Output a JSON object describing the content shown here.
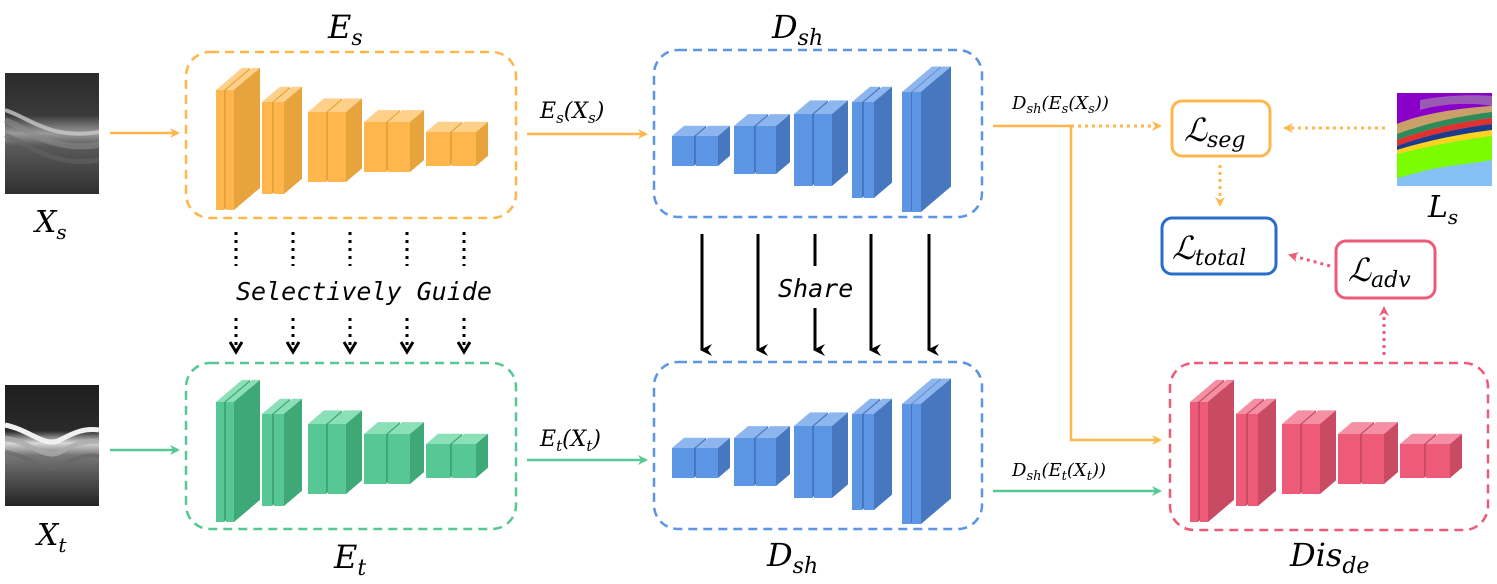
{
  "colors": {
    "orange": "#FFB74D",
    "orange_side": "#E8A43C",
    "orange_top": "#FFD08A",
    "green": "#57C894",
    "green_side": "#3FA877",
    "green_top": "#8BE0B8",
    "blue": "#5B95E3",
    "blue_side": "#4677BF",
    "blue_top": "#8DB6EE",
    "pink": "#EE5B79",
    "pink_side": "#C84A63",
    "pink_top": "#F58FA3",
    "total_border": "#2A6CC9",
    "arrow_black": "#000000"
  },
  "labels": {
    "es_main": "E",
    "es_sub": "s",
    "et_main": "E",
    "et_sub": "t",
    "dsh_top_main": "D",
    "dsh_top_sub": "sh",
    "dsh_bot_main": "D",
    "dsh_bot_sub": "sh",
    "dis_main": "Dis",
    "dis_sub": "de",
    "xs_main": "X",
    "xs_sub": "s",
    "xt_main": "X",
    "xt_sub": "t",
    "ls_main": "L",
    "ls_sub": "s",
    "selectively_guide": "Selectively Guide",
    "share": "Share"
  },
  "flow_labels": {
    "es_xs": {
      "a": "E",
      "a_sub": "s",
      "b": "(X",
      "b_sub": "s",
      "c": ")"
    },
    "et_xt": {
      "a": "E",
      "a_sub": "t",
      "b": "(X",
      "b_sub": "t",
      "c": ")"
    },
    "dsh_es": {
      "a": "D",
      "a_sub": "sh",
      "b": "(E",
      "b_sub": "s",
      "c": "(X",
      "c_sub": "s",
      "d": "))"
    },
    "dsh_et": {
      "a": "D",
      "a_sub": "sh",
      "b": "(E",
      "b_sub": "t",
      "c": "(X",
      "c_sub": "t",
      "d": "))"
    }
  },
  "losses": {
    "seg": {
      "main": "ℒ",
      "sub": "seg"
    },
    "total": {
      "main": "ℒ",
      "sub": "total"
    },
    "adv": {
      "main": "ℒ",
      "sub": "adv"
    }
  },
  "icons": {
    "oct_source": "oct-scan-image",
    "oct_target": "oct-scan-image",
    "label_map": "segmentation-label-map"
  }
}
